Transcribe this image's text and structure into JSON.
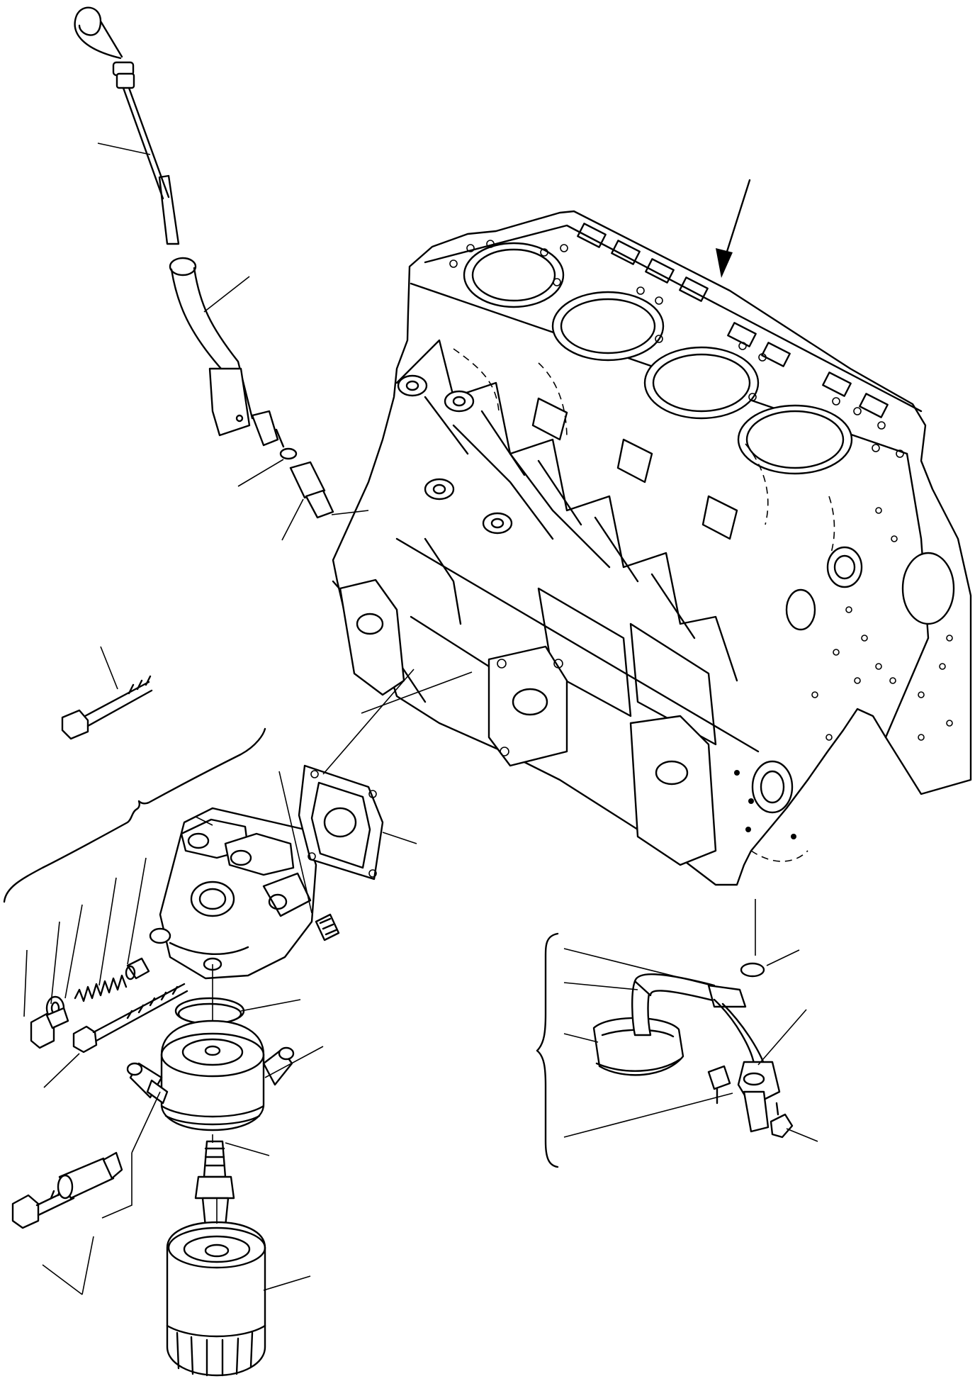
{
  "figure": {
    "kind": "exploded parts diagram",
    "labels": [],
    "parts": [
      "dipstick",
      "dipstick-guide-tube",
      "o-ring",
      "guide-adapter",
      "cylinder-block",
      "flange-bolt",
      "oil-cooler-housing",
      "gasket",
      "relief-valve-plug",
      "spring",
      "relief-valve",
      "washer",
      "plug-bolt",
      "long-bolt",
      "cooler-o-ring",
      "oil-cooler",
      "center-bolt",
      "union-bolt",
      "connector",
      "oil-filter",
      "oil-strainer",
      "strainer-o-ring",
      "strainer-bolt"
    ]
  }
}
